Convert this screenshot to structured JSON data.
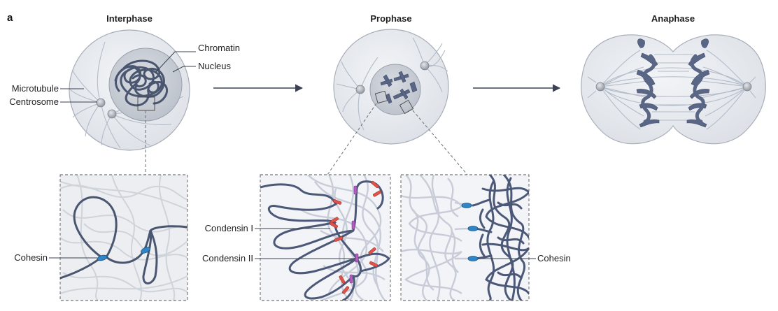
{
  "panel_label": "a",
  "stages": {
    "interphase": "Interphase",
    "prophase": "Prophase",
    "anaphase": "Anaphase"
  },
  "labels": {
    "chromatin": "Chromatin",
    "nucleus": "Nucleus",
    "microtubule": "Microtubule",
    "centrosome": "Centrosome",
    "cohesin_left": "Cohesin",
    "condensin_1": "Condensin I",
    "condensin_2": "Condensin II",
    "cohesin_right": "Cohesin"
  },
  "colors": {
    "cell_fill": "#e6e9ee",
    "nucleus_fill": "#c9ced6",
    "chromatin": "#4a5570",
    "cohesin": "#2e86c9",
    "condensin_1": "#e0534a",
    "condensin_2": "#b35cc2",
    "arrow": "#3b4252"
  }
}
